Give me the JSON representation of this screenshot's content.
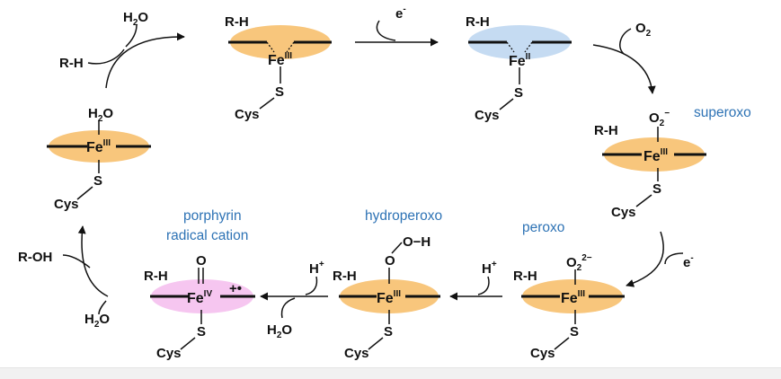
{
  "colors": {
    "heme_orange": "#f8c67c",
    "heme_blue": "#c5dbf2",
    "heme_pink": "#f6c6f0",
    "label_blue": "#2e73b5",
    "bond_black": "#111111"
  },
  "labels": {
    "substrate": "R-H",
    "product": "R-OH",
    "water": "H",
    "water_sub": "2",
    "water_o": "O",
    "cys": "Cys",
    "sulfur": "S",
    "iron": "Fe",
    "ox_3": "III",
    "ox_2": "II",
    "ox_4": "IV",
    "oxygen": "O",
    "o2_sub": "2",
    "superoxo_charge": "−",
    "peroxo_charge": "2−",
    "hydroperoxo_group": "O−H",
    "electron": "e",
    "electron_charge": "-",
    "proton": "H",
    "proton_charge": "+",
    "radical_mark": "+•"
  },
  "states": {
    "superoxo": "superoxo",
    "peroxo": "peroxo",
    "hydroperoxo": "hydroperoxo",
    "porphyrin_line1": "porphyrin",
    "porphyrin_line2": "radical cation"
  }
}
